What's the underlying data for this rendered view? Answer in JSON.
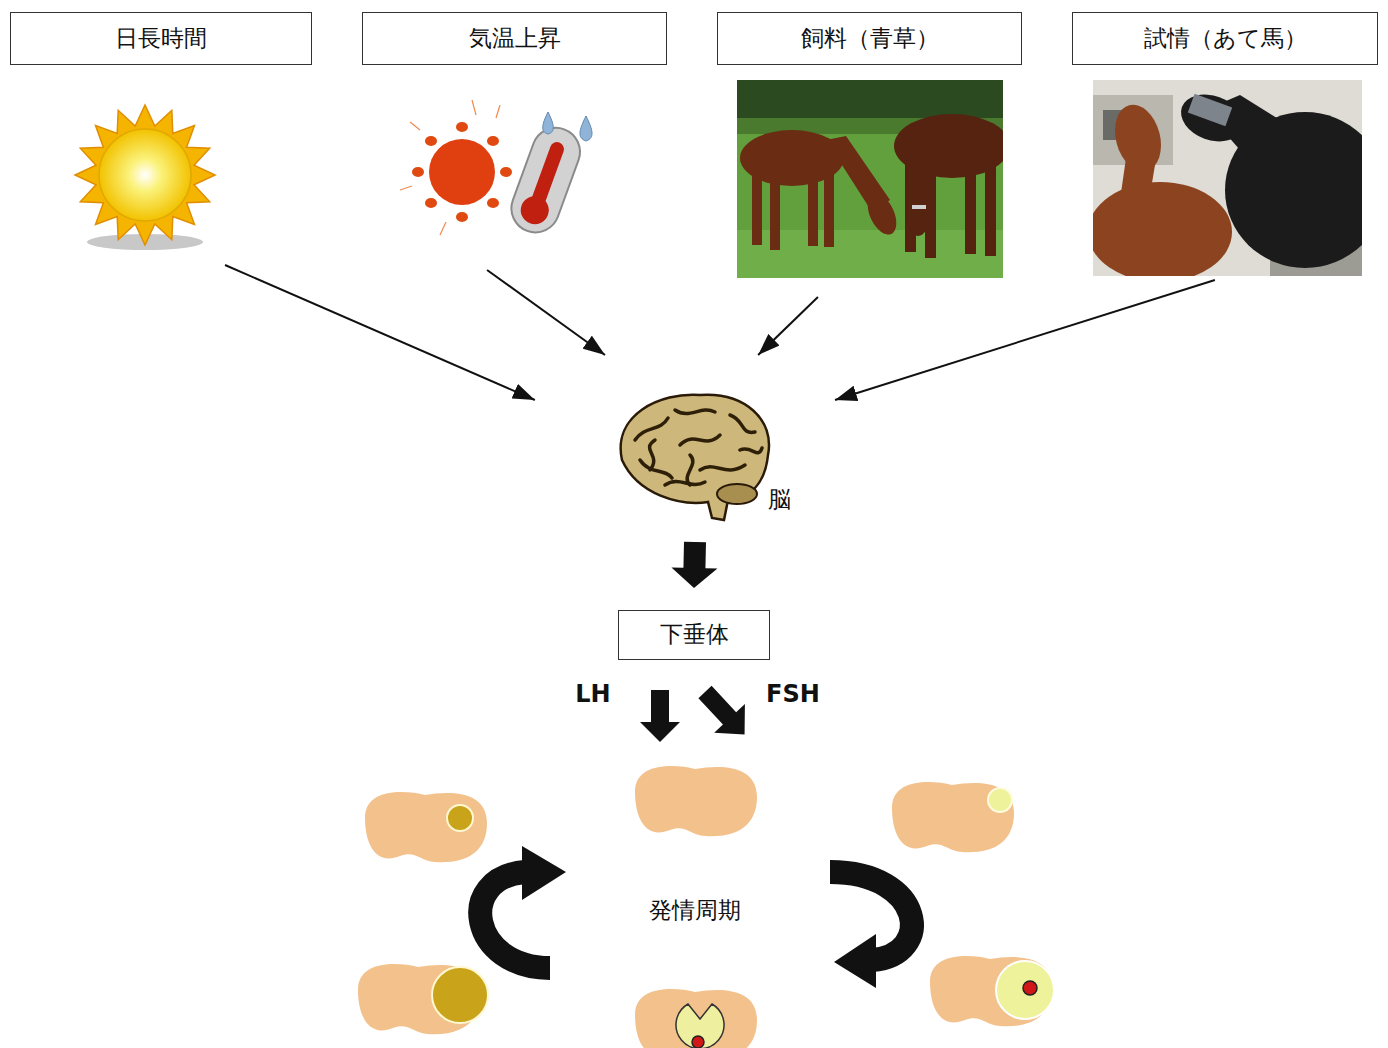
{
  "diagram": {
    "nodes": [
      {
        "text": [
          "日長時間"
        ]
      },
      {
        "text": [
          "気温上昇"
        ]
      },
      {
        "text": [
          "飼料（青草）"
        ]
      },
      {
        "text": [
          "試情（あて馬）"
        ]
      },
      {
        "text": [
          "脳"
        ]
      },
      {
        "text": [
          "下垂体"
        ]
      }
    ],
    "edges": [
      {
        "from": 0,
        "to": 4,
        "arrow": "to"
      },
      {
        "from": 1,
        "to": 4,
        "arrow": "to"
      },
      {
        "from": 2,
        "to": 4,
        "arrow": "to"
      },
      {
        "from": 3,
        "to": 4,
        "arrow": "to"
      },
      {
        "from": 4,
        "to": 5,
        "arrow": "to"
      }
    ],
    "labels": [
      "LH",
      "FSH",
      "発情周期"
    ]
  }
}
